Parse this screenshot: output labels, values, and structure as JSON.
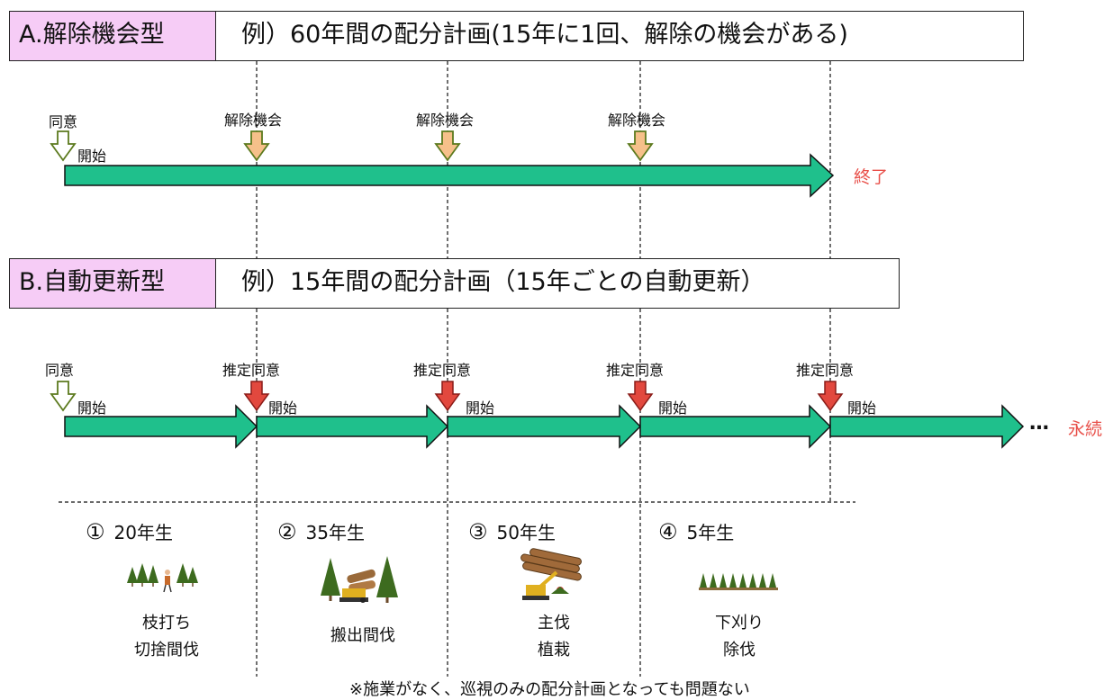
{
  "sectionA": {
    "tag": "A.解除機会型",
    "title": "例）60年間の配分計画(15年に1回、解除の機会がある)",
    "agree_label": "同意",
    "start_label": "開始",
    "markers": [
      "解除機会",
      "解除機会",
      "解除機会"
    ],
    "end_label": "終了"
  },
  "sectionB": {
    "tag": "B.自動更新型",
    "title": "例）15年間の配分計画（15年ごとの自動更新）",
    "agree_label": "同意",
    "start_label": "開始",
    "markers": [
      "推定同意",
      "推定同意",
      "推定同意",
      "推定同意"
    ],
    "marker_start_labels": [
      "開始",
      "開始",
      "開始",
      "開始"
    ],
    "ellipsis": "…",
    "end_label": "永続"
  },
  "stages": [
    {
      "number": "①",
      "age": "20年生",
      "work": "枝打ち\n切捨間伐",
      "icon": "pruning-trees-icon"
    },
    {
      "number": "②",
      "age": "35年生",
      "work": "搬出間伐",
      "icon": "log-extraction-icon"
    },
    {
      "number": "③",
      "age": "50年生",
      "work": "主伐\n植栽",
      "icon": "harvester-logs-icon"
    },
    {
      "number": "④",
      "age": "5年生",
      "work": "下刈り\n除伐",
      "icon": "seedlings-icon"
    }
  ],
  "footnote": "※施業がなく、巡視のみの配分計画となっても問題ない",
  "colors": {
    "timeline_fill": "#1fc08c",
    "timeline_stroke": "#111111",
    "release_marker": "#f6c08a",
    "presumed_marker": "#e2483e",
    "agree_marker": "#ffffff",
    "marker_stroke": "#5c7a1e",
    "tag_bg": "#f6ccf6",
    "end_text": "#e8504a"
  }
}
